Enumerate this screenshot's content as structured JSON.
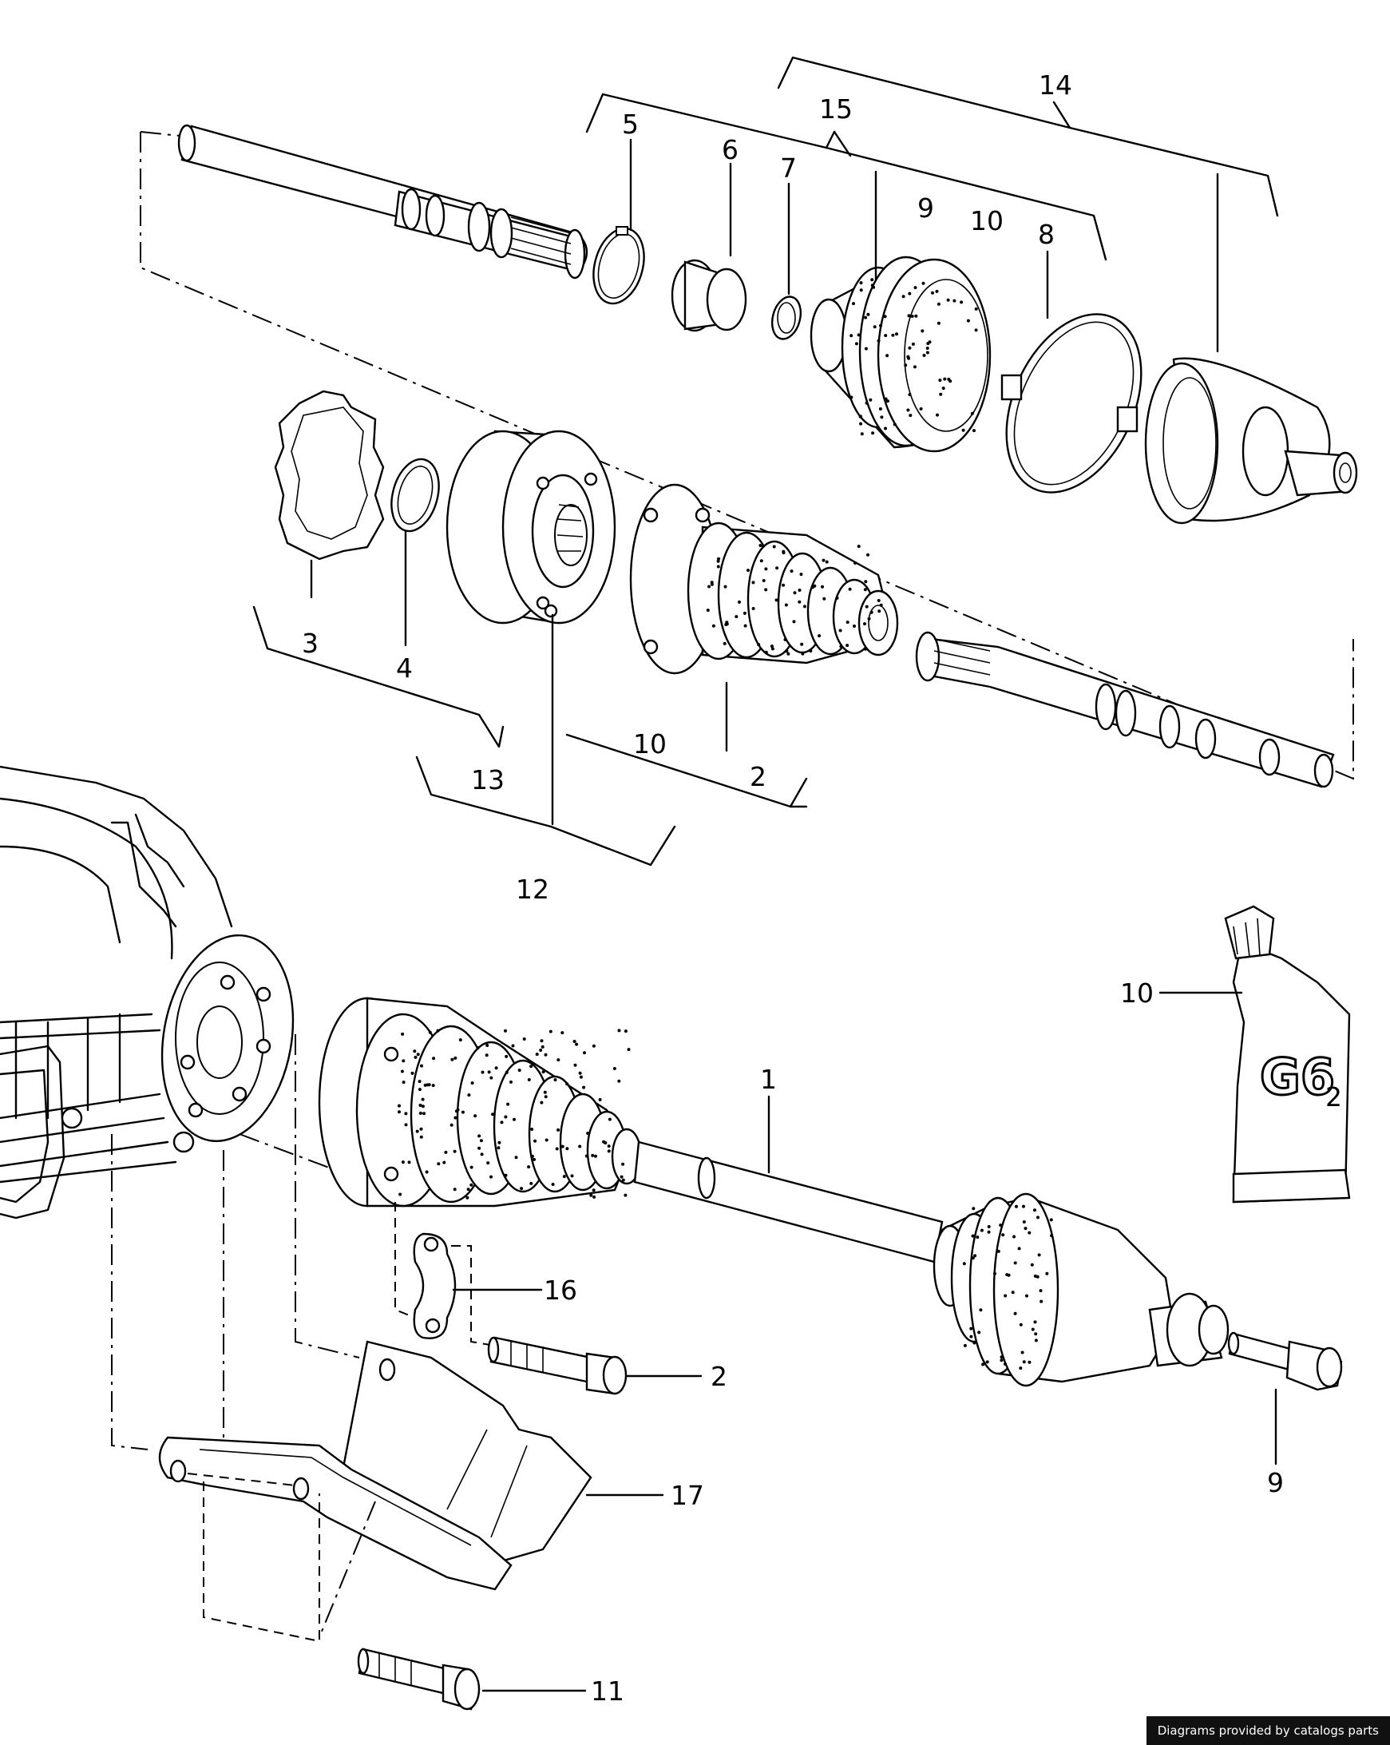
{
  "callouts": [
    {
      "id": "1",
      "text": "1"
    },
    {
      "id": "2a",
      "text": "2"
    },
    {
      "id": "2b",
      "text": "2"
    },
    {
      "id": "3",
      "text": "3"
    },
    {
      "id": "4",
      "text": "4"
    },
    {
      "id": "5",
      "text": "5"
    },
    {
      "id": "6",
      "text": "6"
    },
    {
      "id": "7",
      "text": "7"
    },
    {
      "id": "8",
      "text": "8"
    },
    {
      "id": "9a",
      "text": "9"
    },
    {
      "id": "9b",
      "text": "9"
    },
    {
      "id": "10a",
      "text": "10"
    },
    {
      "id": "10b",
      "text": "10"
    },
    {
      "id": "10c",
      "text": "10"
    },
    {
      "id": "11",
      "text": "11"
    },
    {
      "id": "12",
      "text": "12"
    },
    {
      "id": "13",
      "text": "13"
    },
    {
      "id": "14",
      "text": "14"
    },
    {
      "id": "15",
      "text": "15"
    },
    {
      "id": "16",
      "text": "16"
    },
    {
      "id": "17",
      "text": "17"
    }
  ],
  "grease_tube": {
    "label": "G6",
    "subscript": "2"
  },
  "footer": {
    "credit": "Diagrams provided by catalogs parts"
  }
}
